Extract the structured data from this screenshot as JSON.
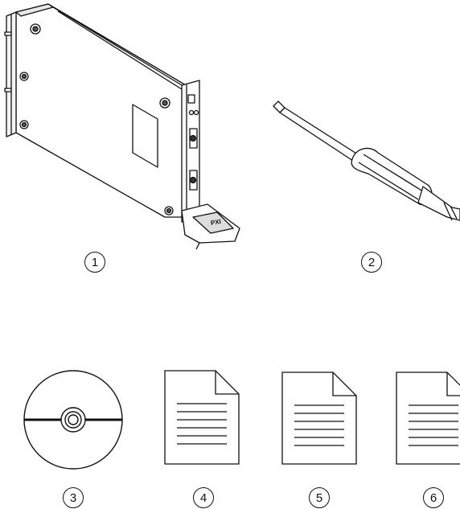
{
  "items": [
    {
      "id": "pxi-module",
      "callout": "1",
      "panel_text": "PXI"
    },
    {
      "id": "screwdriver",
      "callout": "2"
    },
    {
      "id": "cd-disc",
      "callout": "3"
    },
    {
      "id": "document-a",
      "callout": "4"
    },
    {
      "id": "document-b",
      "callout": "5"
    },
    {
      "id": "document-c",
      "callout": "6"
    }
  ]
}
